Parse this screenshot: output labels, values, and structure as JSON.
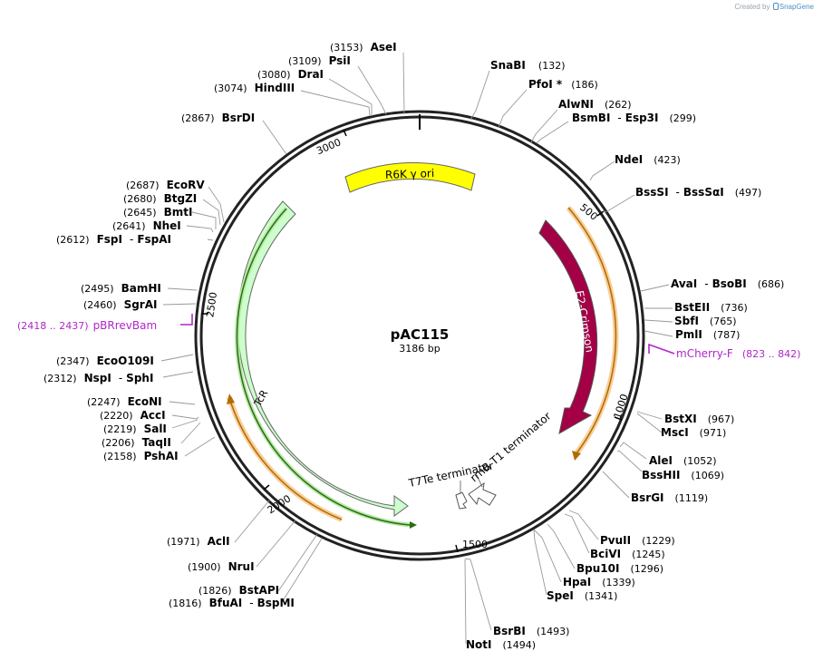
{
  "credit": {
    "created_by": "Created by",
    "brand": "SnapGene"
  },
  "plasmid": {
    "name": "pAC115",
    "size": "3186 bp",
    "length": 3186
  },
  "ticks": [
    {
      "label": "500",
      "pos": 500
    },
    {
      "label": "1000",
      "pos": 1000
    },
    {
      "label": "1500",
      "pos": 1500
    },
    {
      "label": "2000",
      "pos": 2000
    },
    {
      "label": "2500",
      "pos": 2500
    },
    {
      "label": "3000",
      "pos": 3000
    }
  ],
  "features": [
    {
      "label": "R6K γ ori",
      "color": "#ffff00"
    },
    {
      "label": "E2-Crimson",
      "color": "#a30045"
    },
    {
      "label": "TcR",
      "color": "#ccffcc"
    },
    {
      "label": "T7Te terminator",
      "color": "#ffffff"
    },
    {
      "label": "rrnB T1 terminator",
      "color": "#ffffff"
    }
  ],
  "primers": [
    {
      "name": "pBRrevBam",
      "range": "(2418 .. 2437)",
      "color": "#b026c8"
    },
    {
      "name": "mCherry-F",
      "range": "(823 .. 842)",
      "color": "#b026c8"
    }
  ],
  "sites": [
    {
      "name": "AseI",
      "pos": "(3153)"
    },
    {
      "name": "PsiI",
      "pos": "(3109)"
    },
    {
      "name": "DraI",
      "pos": "(3080)"
    },
    {
      "name": "HindIII",
      "pos": "(3074)"
    },
    {
      "name": "BsrDI",
      "pos": "(2867)"
    },
    {
      "name": "EcoRV",
      "pos": "(2687)"
    },
    {
      "name": "BtgZI",
      "pos": "(2680)"
    },
    {
      "name": "BmtI",
      "pos": "(2645)"
    },
    {
      "name": "NheI",
      "pos": "(2641)"
    },
    {
      "name": "FspI",
      "alt": "FspAI",
      "pos": "(2612)"
    },
    {
      "name": "BamHI",
      "pos": "(2495)"
    },
    {
      "name": "SgrAI",
      "pos": "(2460)"
    },
    {
      "name": "EcoO109I",
      "pos": "(2347)"
    },
    {
      "name": "NspI",
      "alt": "SphI",
      "pos": "(2312)"
    },
    {
      "name": "EcoNI",
      "pos": "(2247)"
    },
    {
      "name": "AccI",
      "pos": "(2220)"
    },
    {
      "name": "SalI",
      "pos": "(2219)"
    },
    {
      "name": "TaqII",
      "pos": "(2206)"
    },
    {
      "name": "PshAI",
      "pos": "(2158)"
    },
    {
      "name": "AclI",
      "pos": "(1971)"
    },
    {
      "name": "NruI",
      "pos": "(1900)"
    },
    {
      "name": "BstAPI",
      "pos": "(1826)"
    },
    {
      "name": "BfuAI",
      "alt": "BspMI",
      "pos": "(1816)"
    },
    {
      "name": "SnaBI",
      "pos": "(132)"
    },
    {
      "name": "PfoI *",
      "pos": "(186)"
    },
    {
      "name": "AlwNI",
      "pos": "(262)"
    },
    {
      "name": "BsmBI",
      "alt": "Esp3I",
      "pos": "(299)"
    },
    {
      "name": "NdeI",
      "pos": "(423)"
    },
    {
      "name": "BssSI",
      "alt": "BssSαI",
      "pos": "(497)"
    },
    {
      "name": "AvaI",
      "alt": "BsoBI",
      "pos": "(686)"
    },
    {
      "name": "BstEII",
      "pos": "(736)"
    },
    {
      "name": "SbfI",
      "pos": "(765)"
    },
    {
      "name": "PmlI",
      "pos": "(787)"
    },
    {
      "name": "BstXI",
      "pos": "(967)"
    },
    {
      "name": "MscI",
      "pos": "(971)"
    },
    {
      "name": "AleI",
      "pos": "(1052)"
    },
    {
      "name": "BssHII",
      "pos": "(1069)"
    },
    {
      "name": "BsrGI",
      "pos": "(1119)"
    },
    {
      "name": "PvuII",
      "pos": "(1229)"
    },
    {
      "name": "BciVI",
      "pos": "(1245)"
    },
    {
      "name": "Bpu10I",
      "pos": "(1296)"
    },
    {
      "name": "HpaI",
      "pos": "(1339)"
    },
    {
      "name": "SpeI",
      "pos": "(1341)"
    },
    {
      "name": "BsrBI",
      "pos": "(1493)"
    },
    {
      "name": "NotI",
      "pos": "(1494)"
    }
  ]
}
